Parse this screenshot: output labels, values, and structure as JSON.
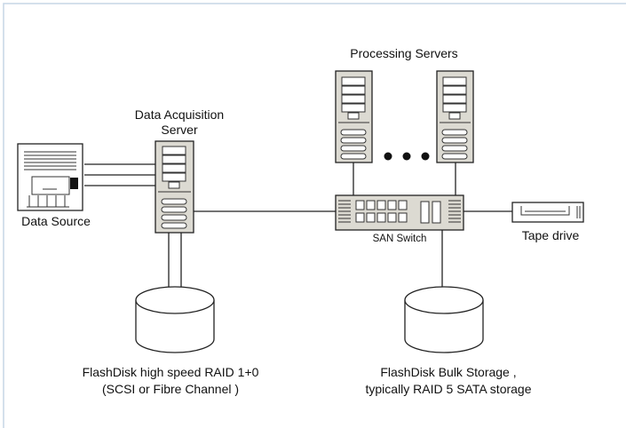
{
  "labels": {
    "data_acquisition_line1": "Data Acquisition",
    "data_acquisition_line2": "Server",
    "processing_servers": "Processing Servers",
    "data_source": "Data Source",
    "san_switch": "SAN Switch",
    "tape_drive": "Tape drive",
    "raid10_line1": "FlashDisk high speed RAID  1+0",
    "raid10_line2": "(SCSI or Fibre Channel )",
    "bulk_line1": "FlashDisk Bulk Storage ,",
    "bulk_line2": "typically RAID  5 SATA storage"
  },
  "colors": {
    "frame_border": "#c5d6e6",
    "server_fill": "#dcdad2",
    "line": "#222222"
  }
}
